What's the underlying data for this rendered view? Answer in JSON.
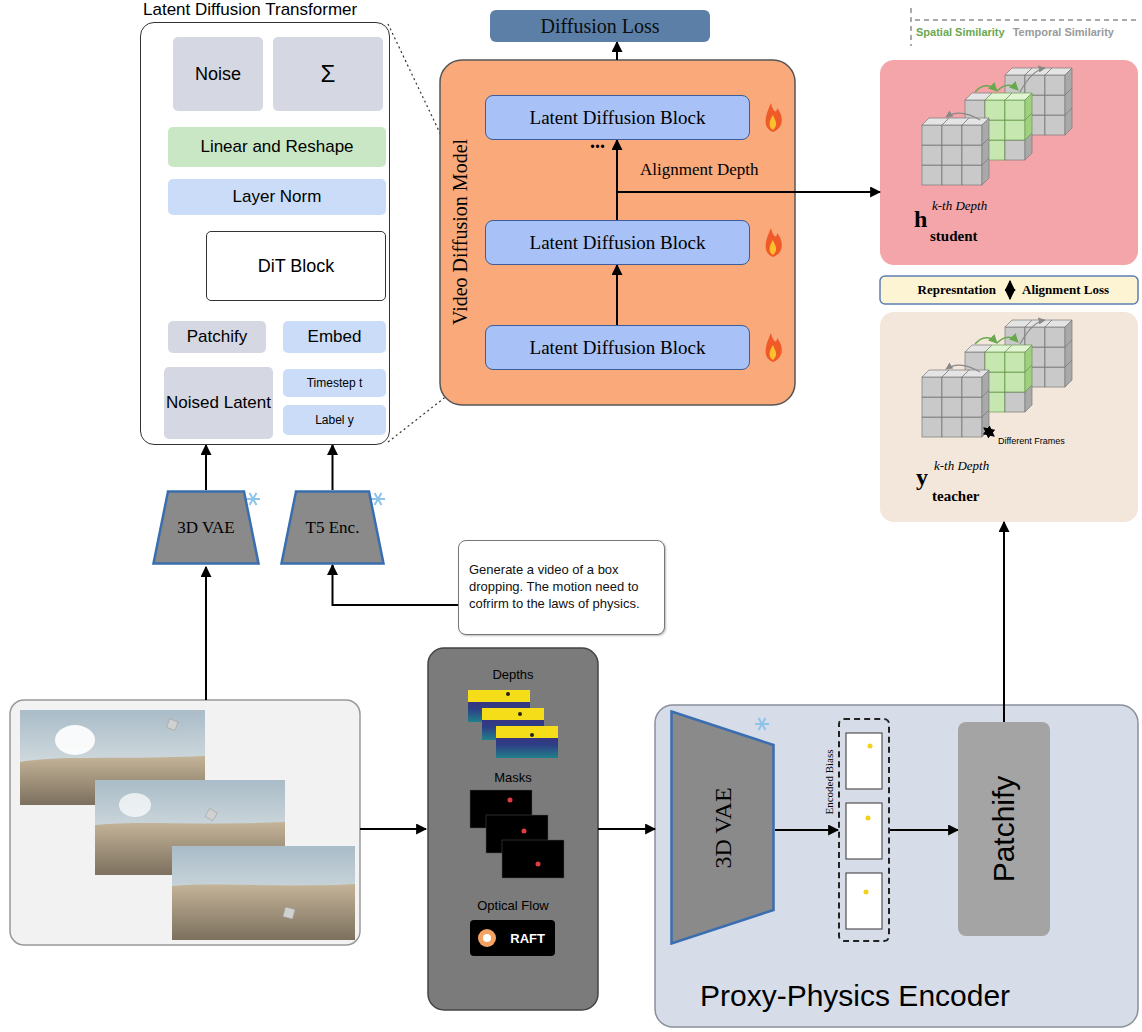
{
  "diagram": {
    "nodes": [
      {
        "text": [
          "Latent Diffusion Transformer"
        ]
      },
      {
        "text": [
          "Noise"
        ],
        "in": 0
      },
      {
        "text": [
          "Σ"
        ],
        "in": 0
      },
      {
        "text": [
          "Linear and Reshape"
        ],
        "in": 0
      },
      {
        "text": [
          "Layer Norm"
        ],
        "in": 0
      },
      {
        "text": [
          "DiT Block"
        ],
        "in": 0
      },
      {
        "text": [
          "Patchify"
        ],
        "in": 0
      },
      {
        "text": [
          "Embed"
        ],
        "in": 0
      },
      {
        "text": [
          "Noised Latent"
        ],
        "in": 0
      },
      {
        "text": [
          "Timestep t"
        ],
        "in": 0
      },
      {
        "text": [
          "Label y"
        ],
        "in": 0
      },
      {
        "text": [
          "Diffusion Loss"
        ]
      },
      {
        "text": [
          "Video Diffusion Model"
        ]
      },
      {
        "text": [
          "Latent Diffusion Block"
        ],
        "in": 12
      },
      {
        "text": [
          "Latent Diffusion Block"
        ],
        "in": 12
      },
      {
        "text": [
          "Latent Diffusion Block"
        ],
        "in": 12
      },
      {
        "text": [
          "h",
          "student",
          "k-th Depth"
        ]
      },
      {
        "text": [
          "Represntation",
          "Alignment Loss"
        ]
      },
      {
        "text": [
          "Different Frames",
          "y",
          "teacher",
          "k-th Depth"
        ]
      },
      {
        "text": [
          "3D VAE"
        ]
      },
      {
        "text": [
          "T5 Enc."
        ]
      },
      {
        "text": [
          "Generate a video of a box dropping. The motion need to cofrirm to the laws of physics."
        ]
      },
      {
        "text": [
          "Depths",
          "Masks",
          "Optical Flow"
        ]
      },
      {
        "text": [
          "RAFT"
        ],
        "in": 22
      },
      {
        "text": [
          "Proxy-Physics Encoder"
        ]
      },
      {
        "text": [
          "3D VAE"
        ],
        "in": 24
      },
      {
        "text": [
          "Encoded Biass"
        ],
        "in": 24
      },
      {
        "text": [
          "Patchify"
        ],
        "in": 24
      }
    ],
    "edges": [
      {
        "from": 6,
        "to": 5,
        "arrow": "none"
      },
      {
        "from": 7,
        "to": 5,
        "arrow": "none"
      },
      {
        "from": 9,
        "to": 7,
        "arrow": "none"
      },
      {
        "from": 5,
        "to": 4,
        "arrow": "none"
      },
      {
        "from": 4,
        "to": 3,
        "arrow": "none"
      },
      {
        "from": 3,
        "to": 1,
        "arrow": "to"
      },
      {
        "from": 3,
        "to": 2,
        "arrow": "to"
      },
      {
        "from": 19,
        "to": 0,
        "arrow": "to"
      },
      {
        "from": 20,
        "to": 0,
        "arrow": "to"
      },
      {
        "from": 21,
        "to": 20,
        "arrow": "to"
      },
      {
        "from": 15,
        "to": 14,
        "arrow": "to"
      },
      {
        "from": 14,
        "to": 13,
        "arrow": "to"
      },
      {
        "from": 14,
        "to": 16,
        "arrow": "to",
        "label": "Alignment Depth"
      },
      {
        "from": 12,
        "to": 11,
        "arrow": "to"
      },
      {
        "from": 22,
        "to": 24,
        "arrow": "to"
      },
      {
        "from": 25,
        "to": 26,
        "arrow": "to"
      },
      {
        "from": 26,
        "to": 27,
        "arrow": "to"
      },
      {
        "from": 27,
        "to": 18,
        "arrow": "to"
      }
    ],
    "labels": [
      "...",
      "Spatial Similarity",
      "Temporal Similarity"
    ]
  }
}
